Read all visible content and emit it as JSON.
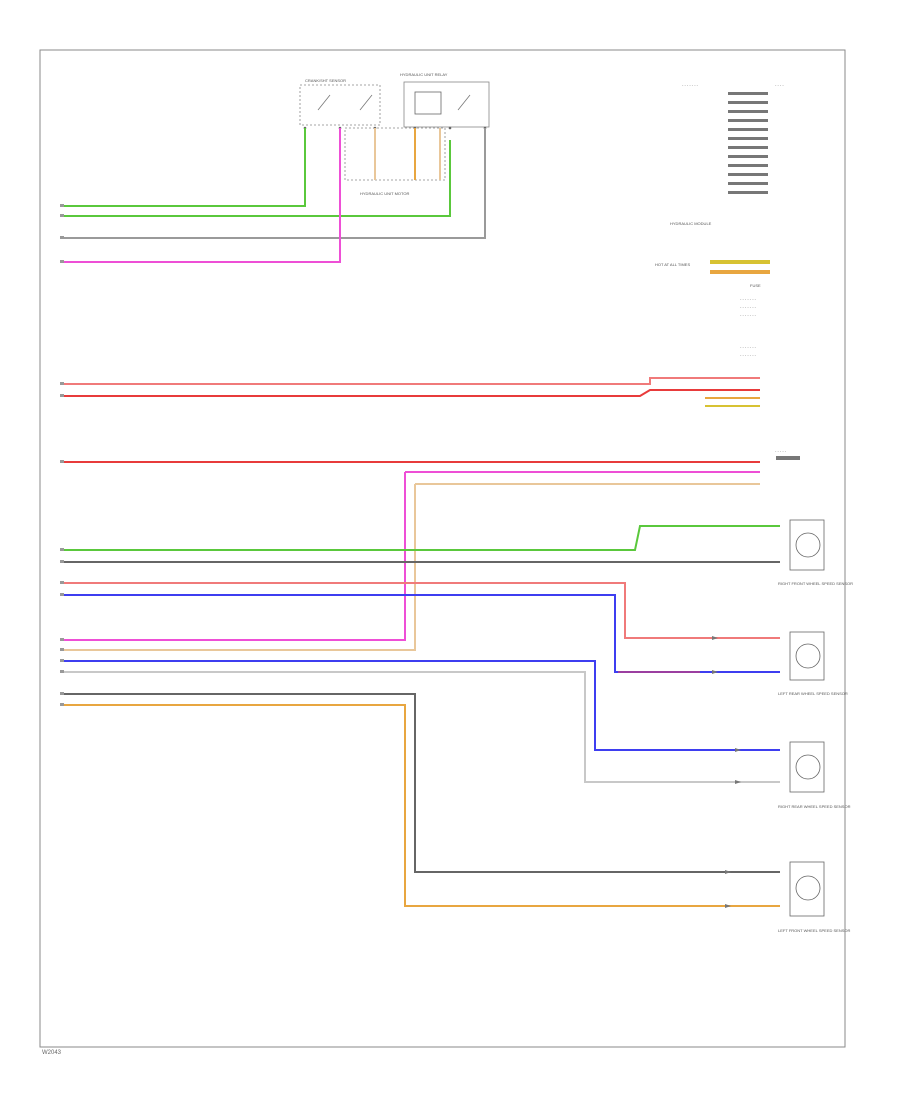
{
  "page": {
    "code": "W2043"
  },
  "colors": {
    "green": "#5ac83c",
    "pink": "#ee4fd6",
    "gray": "#9a9a9a",
    "dark": "#666666",
    "red": "#e83b3b",
    "lightred": "#f07a7a",
    "blue": "#3e3ef0",
    "tan": "#e9c79a",
    "orange": "#e8a640",
    "yellow": "#d7c232",
    "purple": "#9b3fa0",
    "lightgray": "#c8c8c8"
  },
  "components": {
    "top_left": {
      "label": "CRANK/SHT SENSOR"
    },
    "top_right": {
      "label": "HYDRAULIC UNIT RELAY"
    },
    "hydraulic_unit": {
      "label": "HYDRAULIC UNIT MOTOR"
    },
    "abs_module": {
      "label": "HYDRAULIC MODULE"
    },
    "fuse_block": {
      "label": "HOT AT ALL TIMES"
    },
    "fuse_note": {
      "label": "FUSE"
    },
    "front_right": {
      "label": "RIGHT FRONT WHEEL SPEED SENSOR"
    },
    "rear_left": {
      "label": "LEFT REAR WHEEL SPEED SENSOR"
    },
    "rear_right": {
      "label": "RIGHT REAR WHEEL SPEED SENSOR"
    },
    "front_left": {
      "label": "LEFT FRONT WHEEL SPEED SENSOR"
    }
  }
}
